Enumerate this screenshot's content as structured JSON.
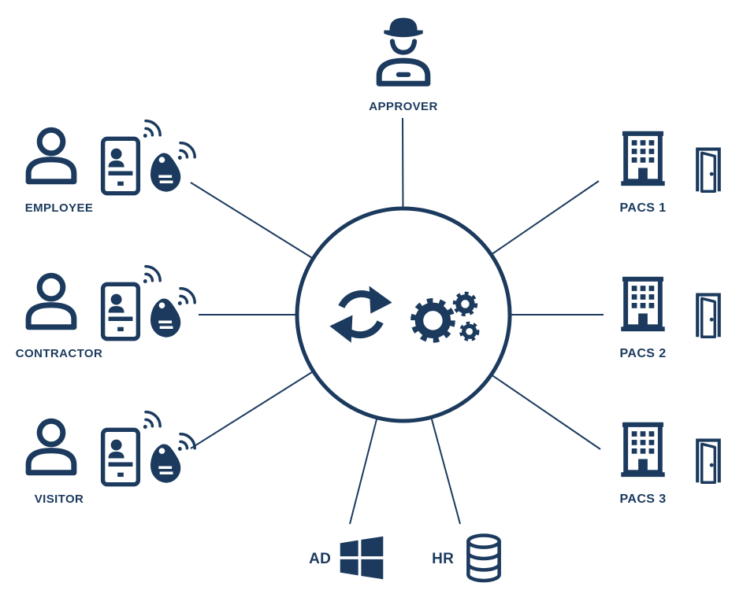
{
  "colors": {
    "primary": "#1b3a5e",
    "background": "#ffffff"
  },
  "hub": {
    "name": "identity-sync-hub",
    "icons": [
      "sync-arrows-icon",
      "gears-icon"
    ]
  },
  "nodes": {
    "approver": {
      "label": "APPROVER",
      "icons": [
        "approver-icon"
      ]
    },
    "employee": {
      "label": "EMPLOYEE",
      "icons": [
        "person-icon",
        "id-card-icon",
        "wireless-signal-icon",
        "key-fob-icon"
      ]
    },
    "contractor": {
      "label": "CONTRACTOR",
      "icons": [
        "person-icon",
        "id-card-icon",
        "wireless-signal-icon",
        "key-fob-icon"
      ]
    },
    "visitor": {
      "label": "VISITOR",
      "icons": [
        "person-icon",
        "id-card-icon",
        "wireless-signal-icon",
        "key-fob-icon"
      ]
    },
    "pacs1": {
      "label": "PACS 1",
      "icons": [
        "building-icon",
        "door-icon"
      ]
    },
    "pacs2": {
      "label": "PACS 2",
      "icons": [
        "building-icon",
        "door-icon"
      ]
    },
    "pacs3": {
      "label": "PACS 3",
      "icons": [
        "building-icon",
        "door-icon"
      ]
    },
    "ad": {
      "label": "AD",
      "icons": [
        "windows-logo-icon"
      ]
    },
    "hr": {
      "label": "HR",
      "icons": [
        "database-icon"
      ]
    }
  },
  "connections": [
    [
      "hub",
      "approver"
    ],
    [
      "hub",
      "employee"
    ],
    [
      "hub",
      "contractor"
    ],
    [
      "hub",
      "visitor"
    ],
    [
      "hub",
      "pacs1"
    ],
    [
      "hub",
      "pacs2"
    ],
    [
      "hub",
      "pacs3"
    ],
    [
      "hub",
      "ad"
    ],
    [
      "hub",
      "hr"
    ]
  ]
}
